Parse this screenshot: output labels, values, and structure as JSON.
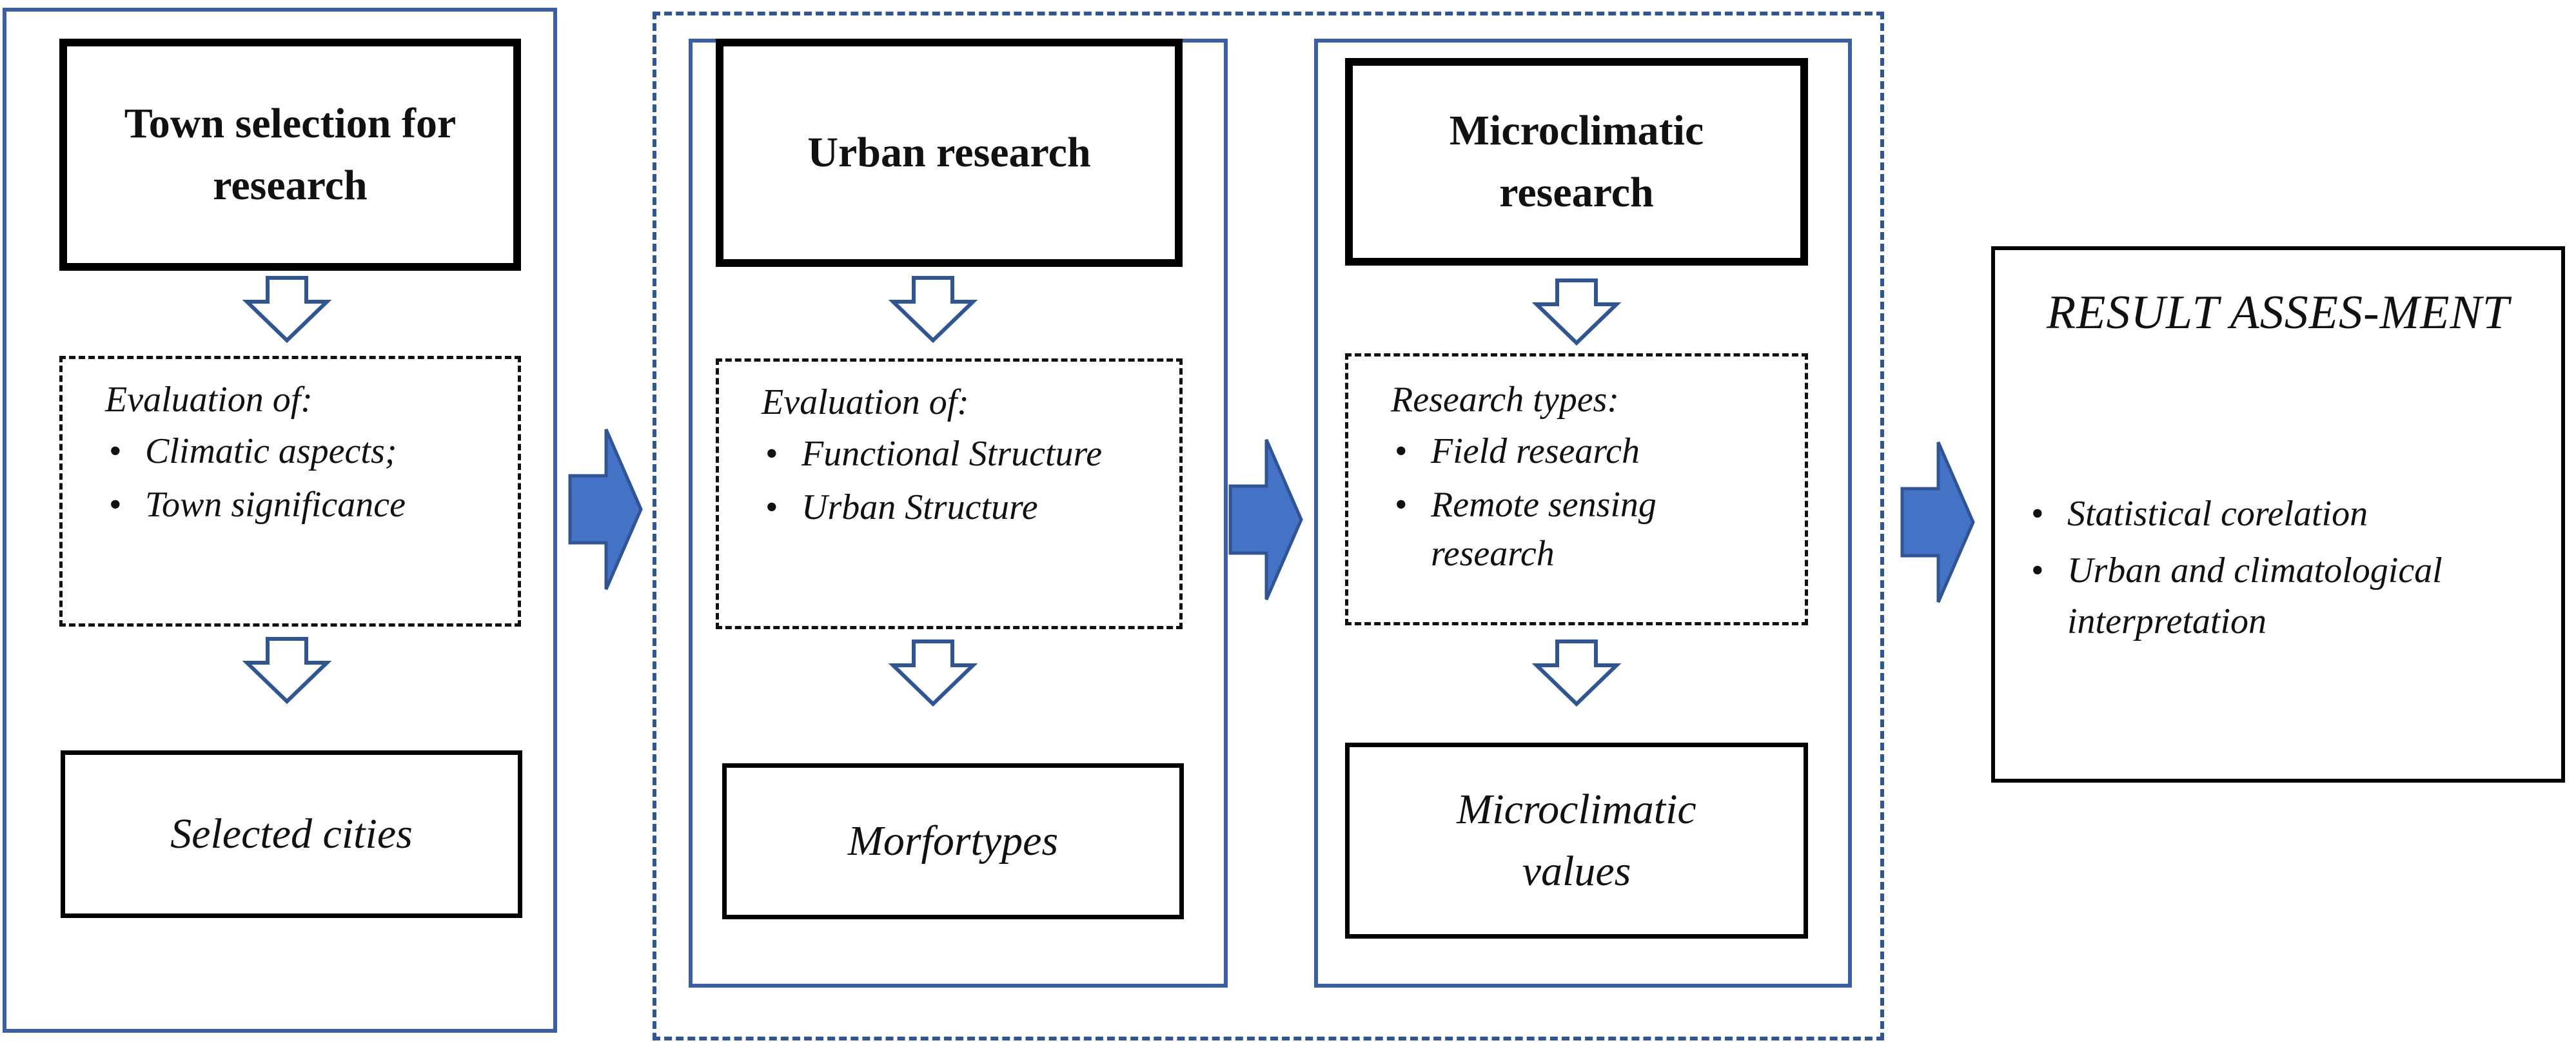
{
  "columns": [
    {
      "title": "Town selection for research",
      "evaluation_heading": "Evaluation of:",
      "evaluation_items": [
        "Climatic aspects;",
        "Town significance"
      ],
      "result": "Selected cities"
    },
    {
      "title": "Urban research",
      "evaluation_heading": "Evaluation of:",
      "evaluation_items": [
        "Functional Structure",
        "Urban Structure"
      ],
      "result": "Morfortypes"
    },
    {
      "title": "Microclimatic research",
      "evaluation_heading": "Research types:",
      "evaluation_items": [
        "Field research",
        "Remote sensing research"
      ],
      "result": "Microclimatic values"
    }
  ],
  "assessment": {
    "title": "RESULT ASSES-MENT",
    "items": [
      "Statistical corelation",
      "Urban and climatological interpretation"
    ]
  },
  "bullet_glyph": "•",
  "colors": {
    "frame_blue": "#3a5ea8",
    "dashed_group_blue": "#2f5597",
    "arrow_fill": "#4472c4",
    "arrow_stroke": "#2f5597"
  }
}
